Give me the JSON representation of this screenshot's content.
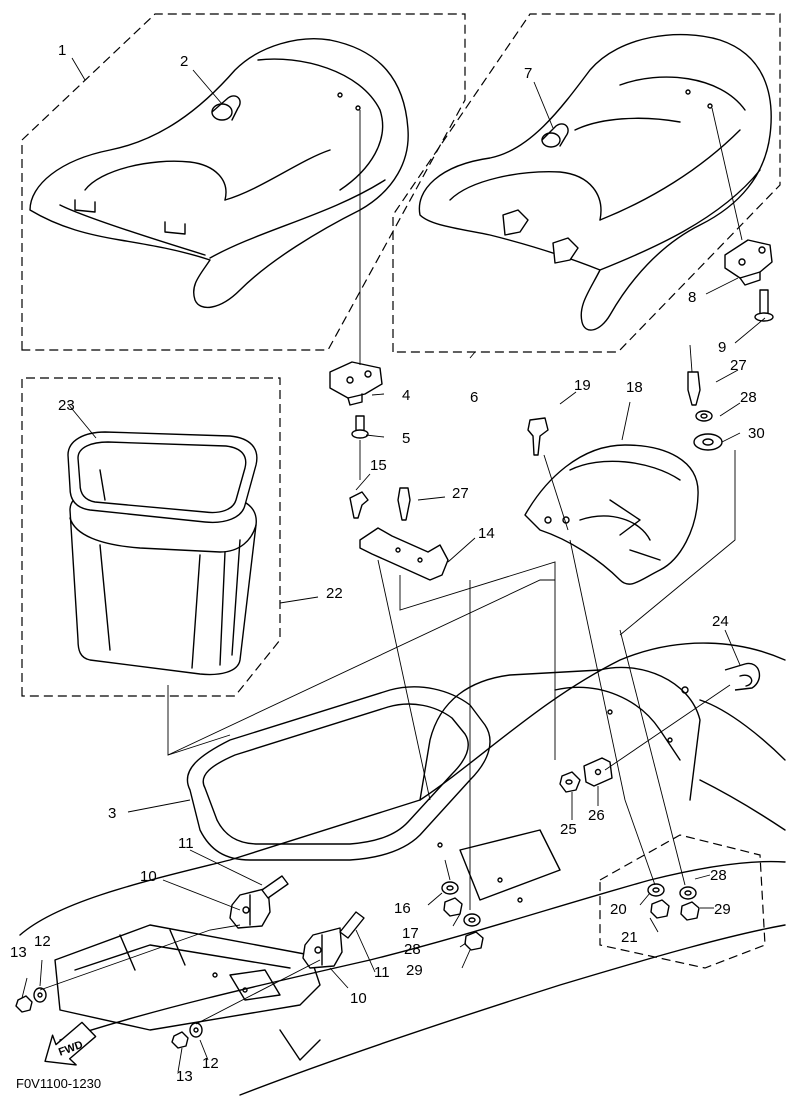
{
  "diagram": {
    "code": "F0V1100-1230",
    "direction_label": "FWD",
    "callouts": [
      "1",
      "2",
      "3",
      "4",
      "5",
      "6",
      "7",
      "8",
      "9",
      "10",
      "10",
      "11",
      "11",
      "12",
      "12",
      "13",
      "13",
      "14",
      "15",
      "16",
      "17",
      "18",
      "19",
      "20",
      "21",
      "22",
      "23",
      "24",
      "25",
      "26",
      "27",
      "27",
      "28",
      "28",
      "28",
      "29",
      "29",
      "30"
    ]
  }
}
